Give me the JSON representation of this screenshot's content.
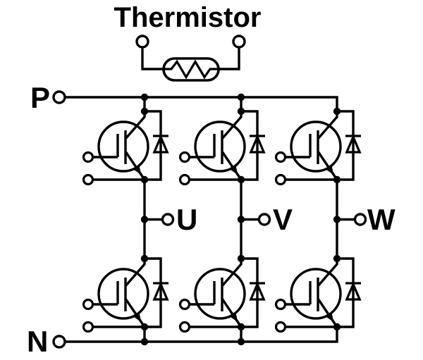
{
  "diagram": {
    "title": "Thermistor",
    "rails": {
      "positive_label": "P",
      "negative_label": "N"
    },
    "outputs": [
      {
        "label": "U"
      },
      {
        "label": "V"
      },
      {
        "label": "W"
      }
    ],
    "structure": {
      "description": "Three-phase IGBT inverter bridge: three half-bridge legs of IGBTs with anti-parallel freewheeling diodes between P and N rails, phase outputs U, V, W, and a separate thermistor with two terminals",
      "phase_legs": 3,
      "igbts": 6,
      "freewheeling_diodes": 6,
      "thermistors": 1
    },
    "colors": {
      "line": "#000000",
      "background": "#ffffff"
    }
  }
}
